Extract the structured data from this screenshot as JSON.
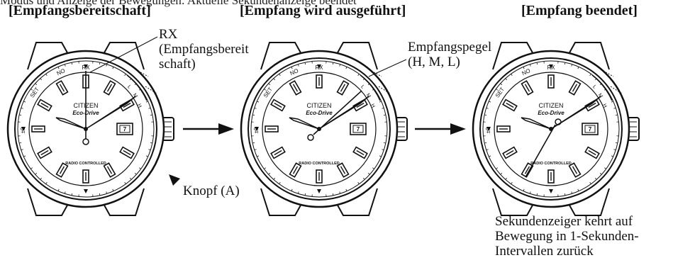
{
  "intro_line_cut": "Modus und Anzeige der Bewegungen: Aktuelle Sekundenanzeige beendet",
  "stages": [
    {
      "title": "[Empfangsbereitschaft]"
    },
    {
      "title": "[Empfang wird ausgeführt]"
    },
    {
      "title": "[Empfang beendet]"
    }
  ],
  "dial": {
    "brand": "CITIZEN",
    "sub_brand": "Eco-Drive",
    "radio": "RADIO CONTROLLED",
    "marks": {
      "rx": "RX",
      "no": "NO",
      "set": "SET",
      "pm": "±0",
      "h": "H",
      "m": "M",
      "l": "L"
    }
  },
  "labels": {
    "rx_lines": [
      "RX",
      "(Empfangsbereit",
      "schaft)"
    ],
    "level_lines": [
      "Empfangspegel",
      "(H, M, L)"
    ],
    "button": "Knopf (A)",
    "result_lines": [
      "Sekundenzeiger kehrt auf",
      "Bewegung in 1-Sekunden-",
      "Intervallen zurück"
    ]
  }
}
